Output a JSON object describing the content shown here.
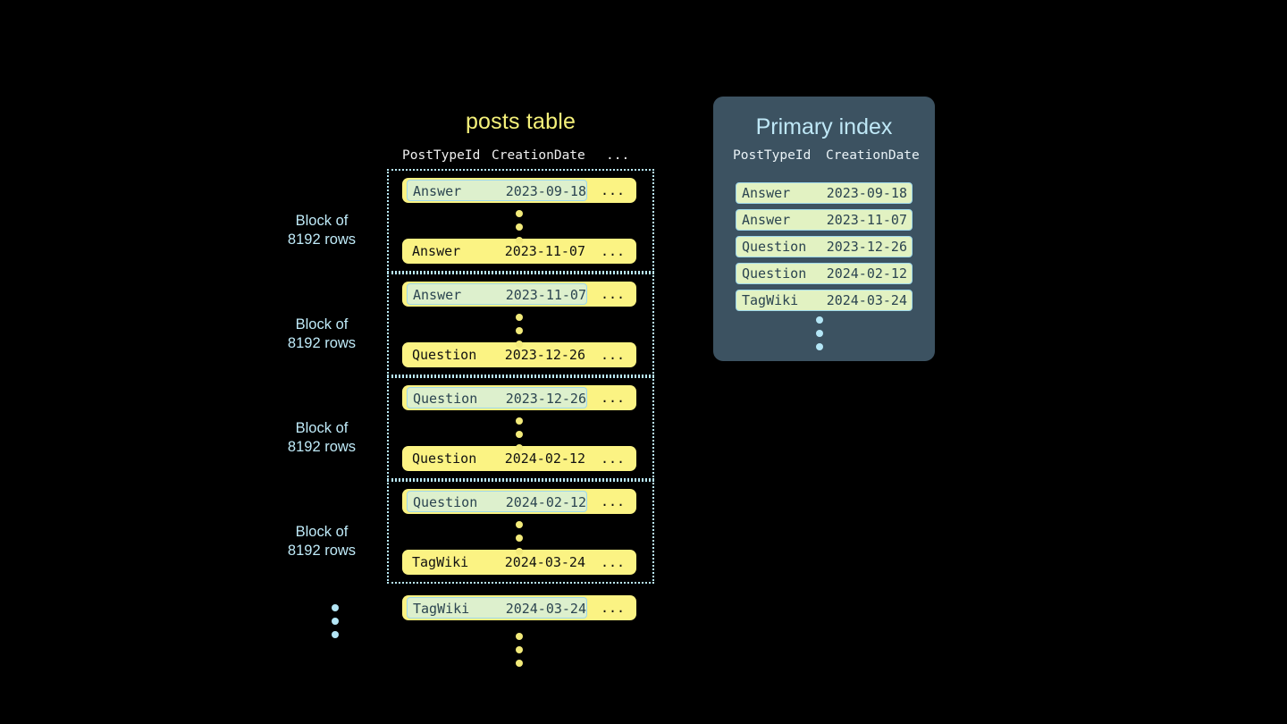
{
  "posts_table": {
    "title": "posts table",
    "columns": [
      "PostTypeId",
      "CreationDate",
      "..."
    ],
    "blocks": [
      {
        "label_line1": "Block of",
        "label_line2": "8192 rows",
        "first_row": {
          "post_type": "Answer",
          "creation_date": "2023-09-18",
          "more": "...",
          "highlighted": true
        },
        "last_row": {
          "post_type": "Answer",
          "creation_date": "2023-11-07",
          "more": "...",
          "highlighted": false
        }
      },
      {
        "label_line1": "Block of",
        "label_line2": "8192 rows",
        "first_row": {
          "post_type": "Answer",
          "creation_date": "2023-11-07",
          "more": "...",
          "highlighted": true
        },
        "last_row": {
          "post_type": "Question",
          "creation_date": "2023-12-26",
          "more": "...",
          "highlighted": false
        }
      },
      {
        "label_line1": "Block of",
        "label_line2": "8192 rows",
        "first_row": {
          "post_type": "Question",
          "creation_date": "2023-12-26",
          "more": "...",
          "highlighted": true
        },
        "last_row": {
          "post_type": "Question",
          "creation_date": "2024-02-12",
          "more": "...",
          "highlighted": false
        }
      },
      {
        "label_line1": "Block of",
        "label_line2": "8192 rows",
        "first_row": {
          "post_type": "Question",
          "creation_date": "2024-02-12",
          "more": "...",
          "highlighted": true
        },
        "last_row": {
          "post_type": "TagWiki",
          "creation_date": "2024-03-24",
          "more": "...",
          "highlighted": false
        }
      }
    ],
    "trailing_row": {
      "post_type": "TagWiki",
      "creation_date": "2024-03-24",
      "more": "...",
      "highlighted": true
    }
  },
  "primary_index": {
    "title": "Primary index",
    "columns": [
      "PostTypeId",
      "CreationDate"
    ],
    "rows": [
      {
        "post_type": "Answer",
        "creation_date": "2023-09-18"
      },
      {
        "post_type": "Answer",
        "creation_date": "2023-11-07"
      },
      {
        "post_type": "Question",
        "creation_date": "2023-12-26"
      },
      {
        "post_type": "Question",
        "creation_date": "2024-02-12"
      },
      {
        "post_type": "TagWiki",
        "creation_date": "2024-03-24"
      }
    ]
  },
  "colors": {
    "background": "#000000",
    "row_yellow": "#fbf383",
    "highlight_green": "#ddf0cd",
    "highlight_border": "#9fd8ea",
    "accent_blue": "#bfeaf8",
    "panel_bg": "#3c5261",
    "index_row_green": "#e2f2c2",
    "title_yellow": "#f5f17a"
  }
}
